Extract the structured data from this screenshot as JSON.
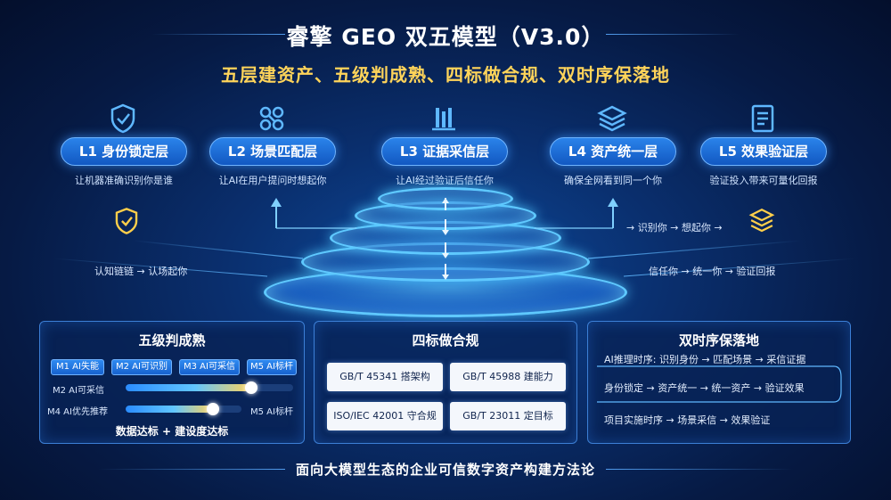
{
  "title": "睿擎 GEO 双五模型（V3.0）",
  "subtitle": "五层建资产、五级判成熟、四标做合规、双时序保落地",
  "layers": [
    {
      "label": "L1 身份锁定层",
      "desc": "让机器准确识别你是谁",
      "icon": "shield-check-icon"
    },
    {
      "label": "L2 场景匹配层",
      "desc": "让AI在用户提问时想起你",
      "icon": "link-nodes-icon"
    },
    {
      "label": "L3 证据采信层",
      "desc": "让AI经过验证后信任你",
      "icon": "evidence-chart-icon"
    },
    {
      "label": "L4 资产统一层",
      "desc": "确保全网看到同一个你",
      "icon": "stacked-layers-icon"
    },
    {
      "label": "L5 效果验证层",
      "desc": "验证投入带来可量化回报",
      "icon": "report-document-icon"
    }
  ],
  "flows": {
    "left": "认知链链 → 认场起你",
    "right_top": "→ 识别你 → 想起你 →",
    "right_bottom": "信任你 → 统一你 → 验证回报"
  },
  "maturity": {
    "title": "五级判成熟",
    "chips": [
      "M1 AI失能",
      "M2 AI可识别",
      "M3 AI可采信",
      "M5 AI标杆"
    ],
    "slider1": {
      "label": "M2 AI可采信",
      "value": 0.75
    },
    "slider2": {
      "left_label": "M4 AI优先推荐",
      "right_label": "M5 AI标杆",
      "value": 0.75
    },
    "footer": "数据达标 + 建设度达标"
  },
  "standards": {
    "title": "四标做合规",
    "items": [
      "GB/T 45341 搭架构",
      "GB/T 45988 建能力",
      "ISO/IEC 42001 守合规",
      "GB/T 23011 定目标"
    ]
  },
  "dual_sequence": {
    "title": "双时序保落地",
    "rows": [
      "AI推理时序: 识别身份 → 匹配场景 → 采信证据",
      "身份锁定 → 资产统一 → 统一资产 → 验证效果",
      "项目实施时序 → 场景采信 → 效果验证"
    ]
  },
  "footer": "面向大模型生态的企业可信数字资产构建方法论",
  "colors": {
    "accent": "#ffd45a",
    "primary": "#1e6fe0",
    "glow": "#5fc9ff"
  }
}
